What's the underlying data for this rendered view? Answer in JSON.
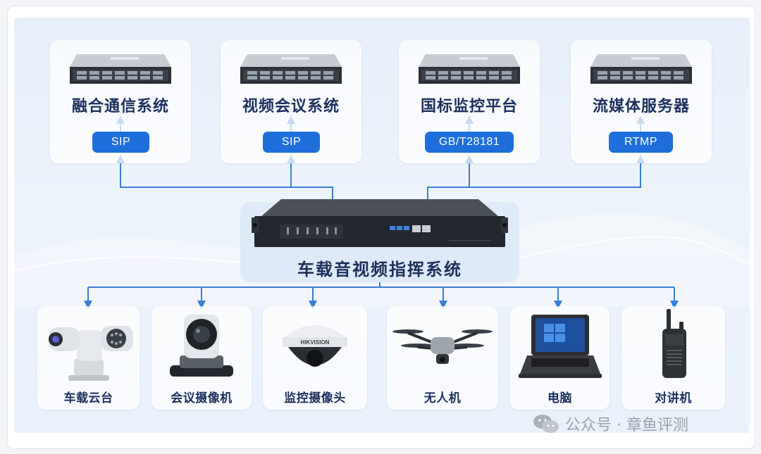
{
  "systems": [
    {
      "name": "融合通信系统",
      "protocol": "SIP"
    },
    {
      "name": "视频会议系统",
      "protocol": "SIP"
    },
    {
      "name": "国标监控平台",
      "protocol": "GB/T28181"
    },
    {
      "name": "流媒体服务器",
      "protocol": "RTMP"
    }
  ],
  "center": {
    "name": "车载音视频指挥系统"
  },
  "devices": [
    {
      "name": "车载云台",
      "icon": "ptz-camera-icon"
    },
    {
      "name": "会议摄像机",
      "icon": "conference-camera-icon"
    },
    {
      "name": "监控摄像头",
      "icon": "dome-camera-icon"
    },
    {
      "name": "无人机",
      "icon": "drone-icon"
    },
    {
      "name": "电脑",
      "icon": "rugged-laptop-icon"
    },
    {
      "name": "对讲机",
      "icon": "walkie-talkie-icon"
    }
  ],
  "camera_brand": "HIKVISION",
  "watermark": {
    "text": "公众号 · 章鱼评测",
    "icon": "wechat-icon"
  },
  "colors": {
    "accent": "#1e6fd9",
    "title": "#1c2f5c",
    "line": "#3b7fd6"
  }
}
